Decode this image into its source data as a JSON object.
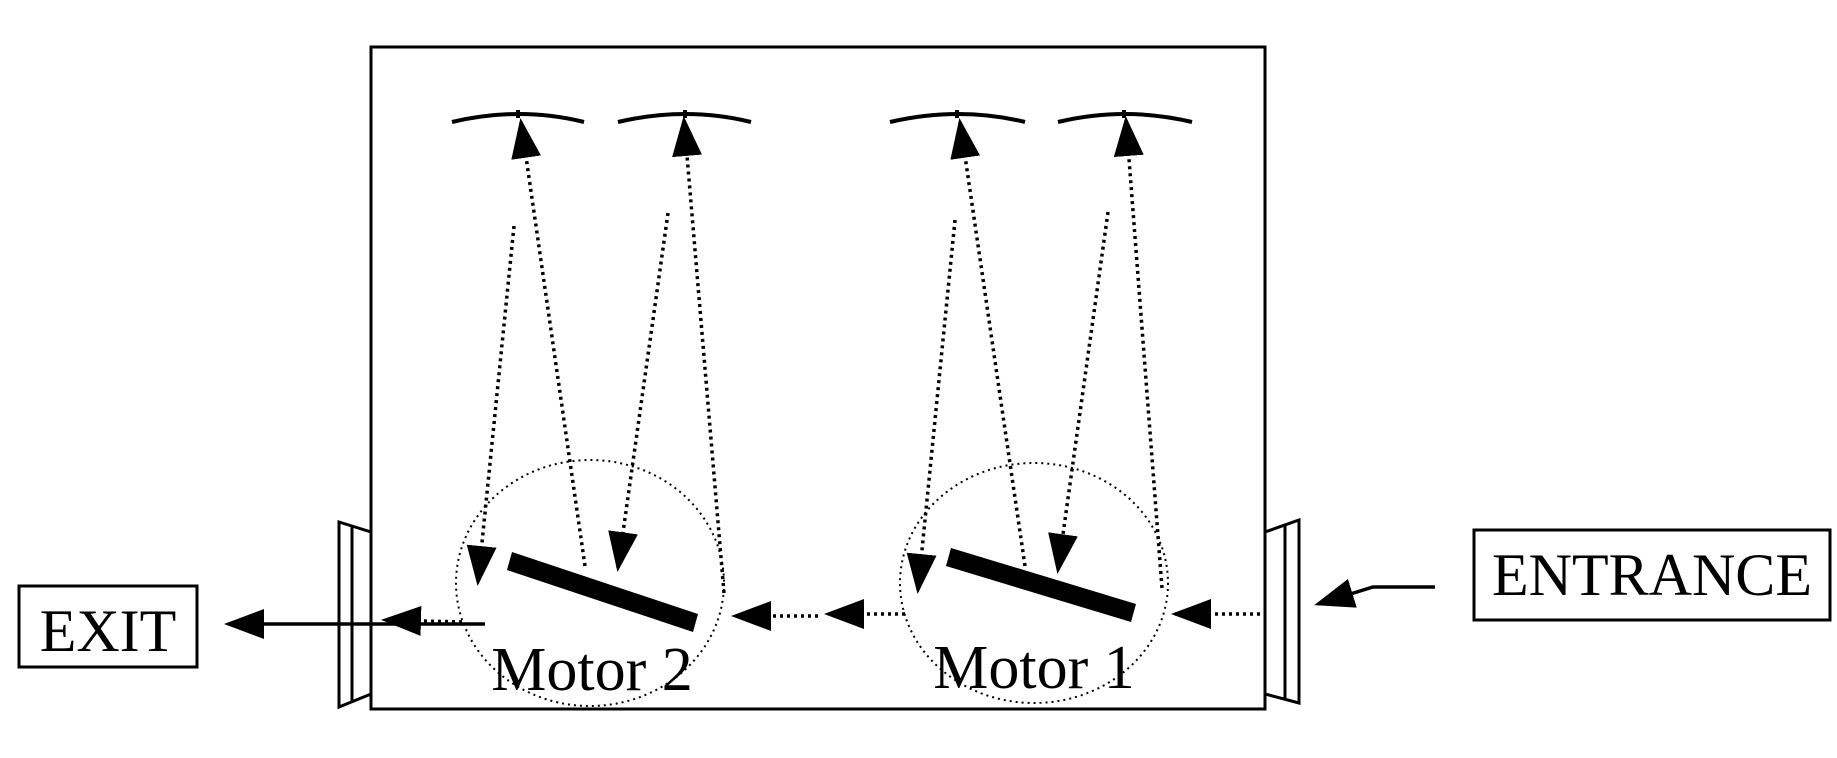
{
  "labels": {
    "entrance": "ENTRANCE",
    "exit": "EXIT",
    "motor1": "Motor 1",
    "motor2": "Motor 2"
  },
  "colors": {
    "stroke": "#000000",
    "background": "#ffffff"
  }
}
